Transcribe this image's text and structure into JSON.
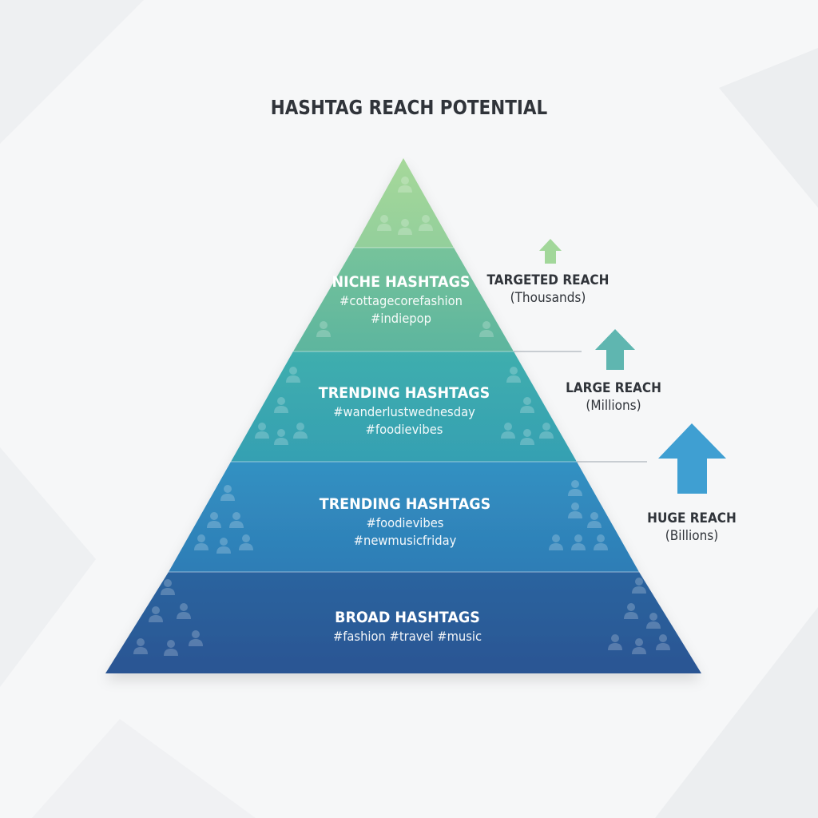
{
  "title": "HASHTAG REACH POTENTIAL",
  "tiers": [
    {
      "title": "NICHE HASHTAGS",
      "tags": [
        "#cottagecorefashion",
        "#indiepop"
      ],
      "color": "#6bbd98"
    },
    {
      "title": "TRENDING HASHTAGS",
      "tags": [
        "#wanderlustwednesday",
        "#foodievibes"
      ],
      "color": "#3aa5ae"
    },
    {
      "title": "TRENDING HASHTAGS",
      "tags": [
        "#foodievibes",
        "#newmusicfriday"
      ],
      "color": "#2f8bbd"
    },
    {
      "title": "BROAD HASHTAGS",
      "tags": [
        "#fashion #travel #music"
      ],
      "color": "#2b5a98"
    }
  ],
  "apex_color": "#9fd497",
  "reach": [
    {
      "title": "TARGETED REACH",
      "sub": "(Thousands)",
      "arrow_color": "#9fd497"
    },
    {
      "title": "LARGE REACH",
      "sub": "(Millions)",
      "arrow_color": "#5eb3b3"
    },
    {
      "title": "HUGE REACH",
      "sub": "(Billions)",
      "arrow_color": "#3d9bd0"
    }
  ]
}
